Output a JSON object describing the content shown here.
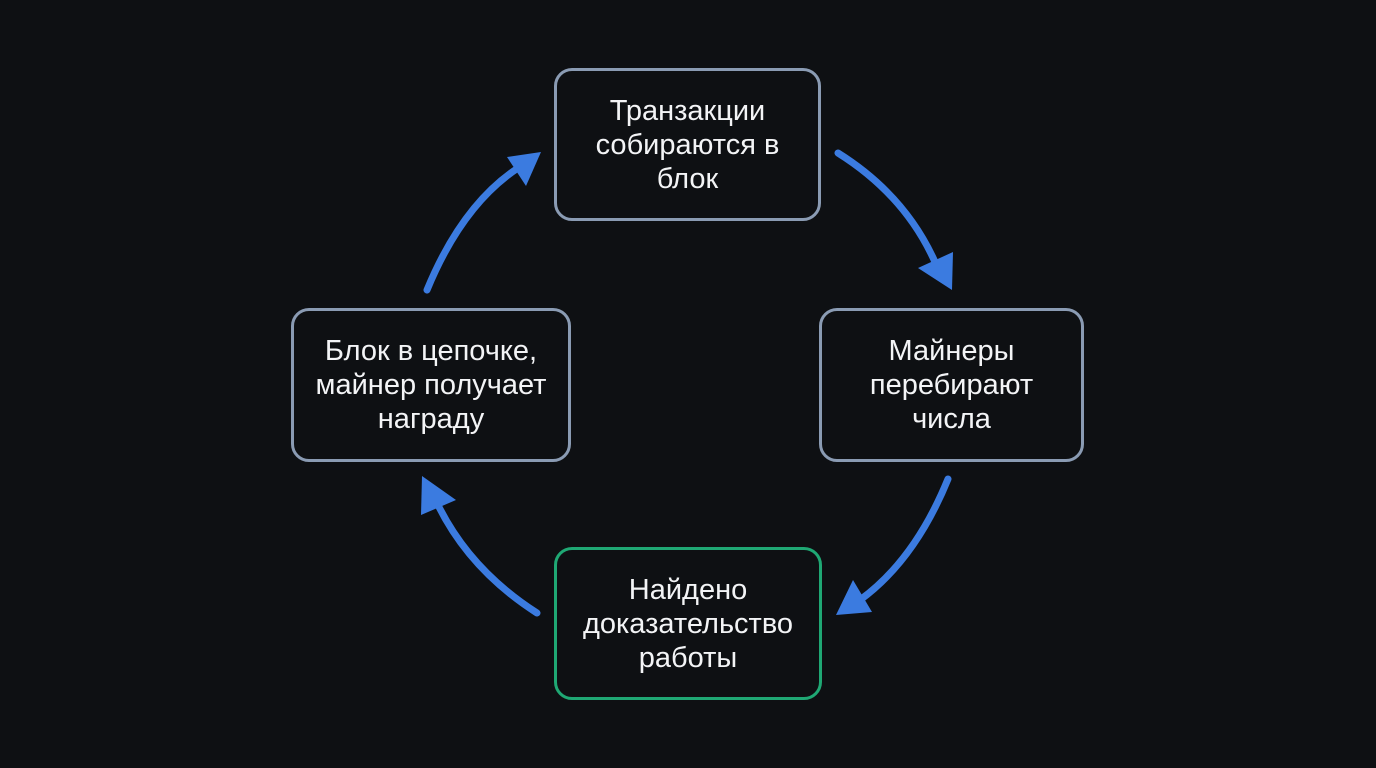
{
  "diagram": {
    "nodes": {
      "top": "Транзакции\nсобираются в\nблок",
      "right": "Майнеры\nперебирают\nчисла",
      "bottom": "Найдено\nдоказательство\nработы",
      "left": "Блок в цепочке,\nмайнер получает\nнаграду"
    },
    "colors": {
      "background": "#0e1013",
      "node_border": "#8a9bb3",
      "highlight_border": "#1fa874",
      "arrow": "#3b7be0",
      "text": "#f3f4f6"
    },
    "flow": [
      "top",
      "right",
      "bottom",
      "left",
      "top"
    ]
  }
}
